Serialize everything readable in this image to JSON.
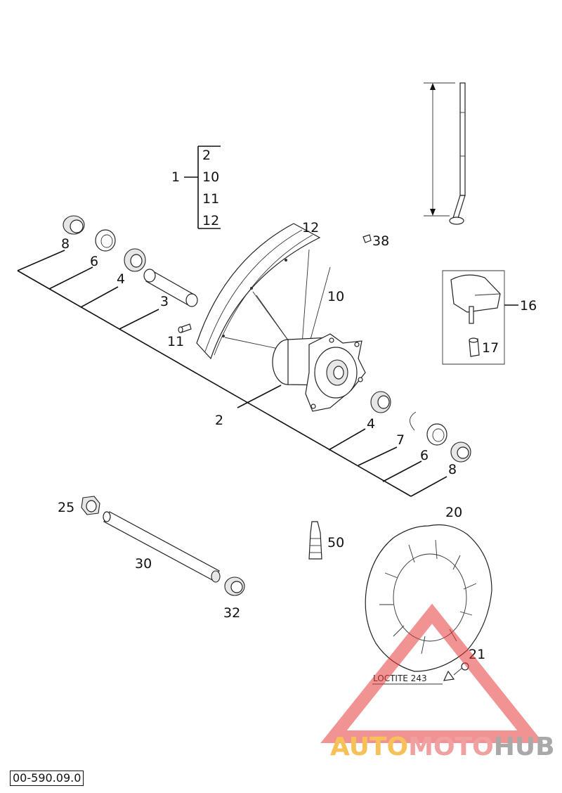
{
  "diagram": {
    "group": {
      "parent": "1",
      "members": [
        "2",
        "10",
        "11",
        "12"
      ]
    },
    "callouts": {
      "c8a": "8",
      "c6a": "6",
      "c4a": "4",
      "c3": "3",
      "c12": "12",
      "c38": "38",
      "c10": "10",
      "c11": "11",
      "c16": "16",
      "c17": "17",
      "c2": "2",
      "c4b": "4",
      "c7": "7",
      "c6b": "6",
      "c8b": "8",
      "c25": "25",
      "c30": "30",
      "c32": "32",
      "c50": "50",
      "c20": "20",
      "c21": "21"
    },
    "note": "LOCTITE 243",
    "reference": "00-590.09.0"
  },
  "watermark": {
    "part1": "AUTO",
    "part2": "MOTO",
    "part3": "HUB",
    "colors": {
      "yellow": "#f7c15a",
      "red": "#f0a0a0",
      "gray": "#a9a9a9",
      "triangle": "#e83a3a"
    }
  }
}
